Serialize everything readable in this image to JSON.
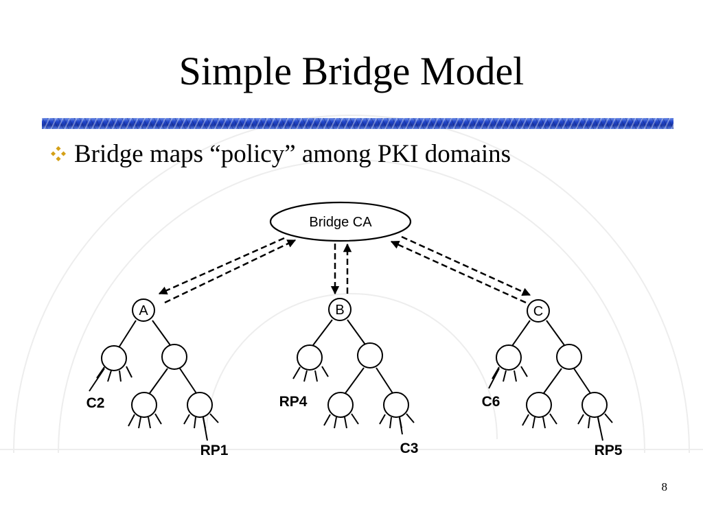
{
  "slide": {
    "title": "Simple Bridge Model",
    "bullet": {
      "icon": "diamond-bullet-icon",
      "icon_color": "#d4a017",
      "text": "Bridge maps “policy” among PKI domains"
    },
    "page_number": "8",
    "accent_color": "#2145c9"
  },
  "diagram": {
    "bridge": {
      "label": "Bridge  CA"
    },
    "domains": [
      {
        "id": "A",
        "label": "A"
      },
      {
        "id": "B",
        "label": "B"
      },
      {
        "id": "C",
        "label": "C"
      }
    ],
    "leaf_labels": {
      "C2": "C2",
      "RP1": "RP1",
      "RP4": "RP4",
      "C3": "C3",
      "C6": "C6",
      "RP5": "RP5"
    }
  }
}
